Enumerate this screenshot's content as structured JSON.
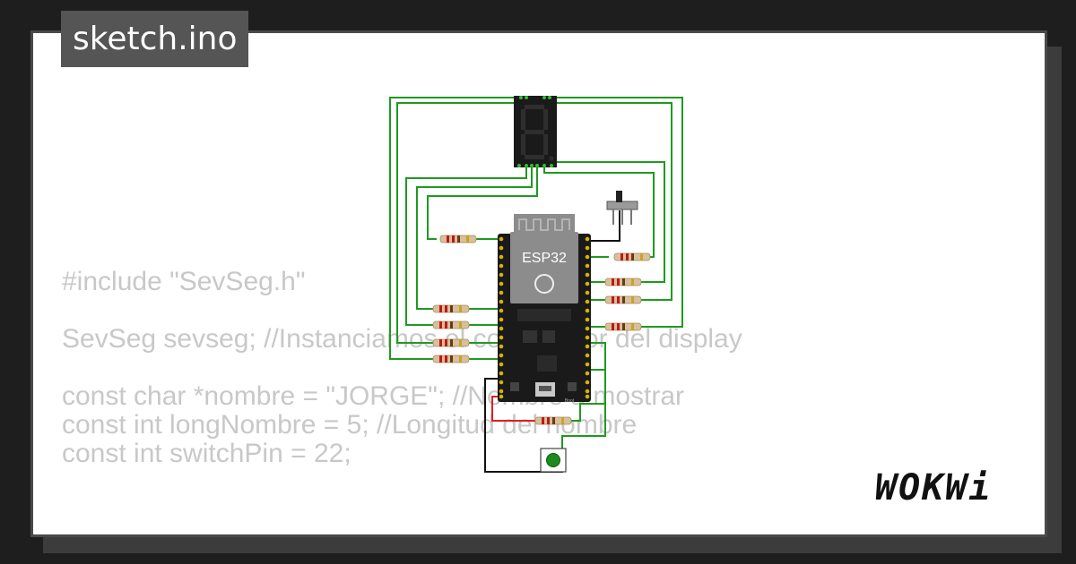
{
  "project": {
    "filename": "sketch.ino"
  },
  "code_lines": [
    "#include \"SevSeg.h\"",
    "",
    "SevSeg sevseg; //Instanciamos el controlador del display",
    "",
    "const char *nombre = \"JORGE\"; //Nombre a mostrar",
    "const int longNombre = 5; //Longitud del nombre",
    "const int switchPin = 22;"
  ],
  "board": {
    "label": "ESP32",
    "boot_label": "Boot"
  },
  "brand": {
    "logo_text": "WOKWi"
  },
  "colors": {
    "wire_green": "#1f9a1f",
    "wire_red": "#e02020",
    "wire_black": "#111111",
    "board_black": "#1a1a1a",
    "display_segment": "#2e2e2e",
    "title_bg": "#555555"
  }
}
